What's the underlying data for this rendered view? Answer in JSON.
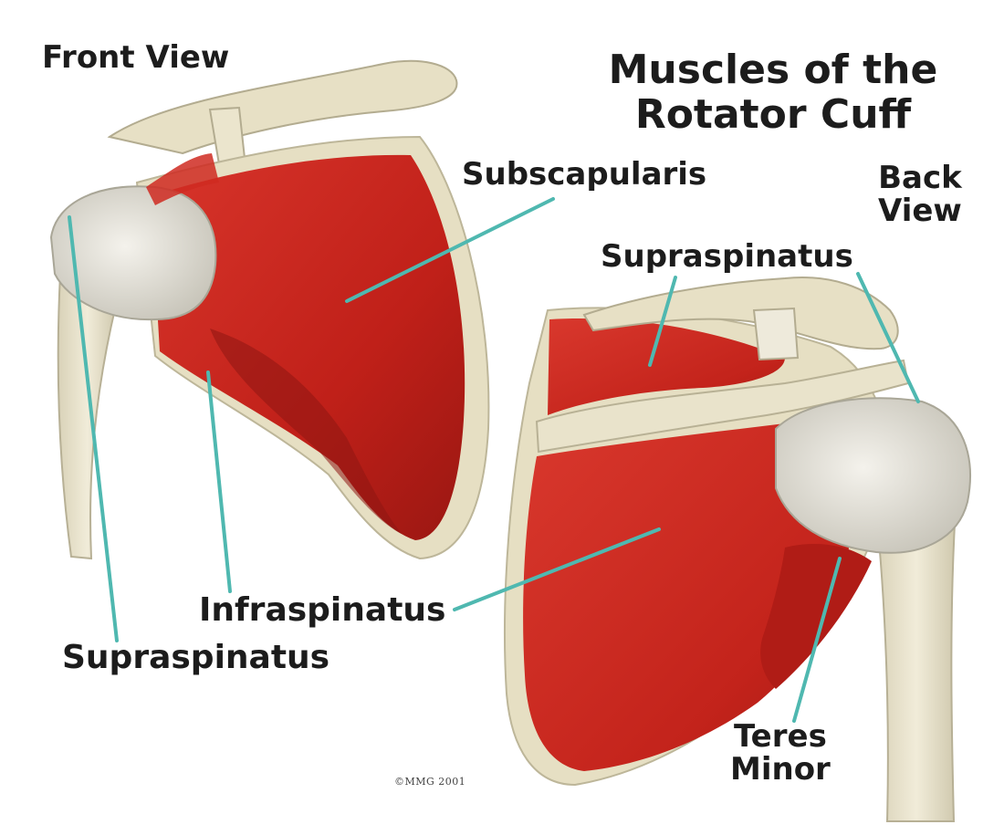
{
  "title": {
    "line1": "Muscles of the",
    "line2": "Rotator Cuff"
  },
  "labels": {
    "front_view": "Front View",
    "back_view_line1": "Back",
    "back_view_line2": "View",
    "subscapularis": "Subscapularis",
    "supraspinatus_back": "Supraspinatus",
    "infraspinatus": "Infraspinatus",
    "supraspinatus_front": "Supraspinatus",
    "teres_minor_line1": "Teres",
    "teres_minor_line2": "Minor"
  },
  "copyright": "©MMG 2001",
  "colors": {
    "muscle": "#c8241e",
    "muscle_dark": "#8e1512",
    "bone": "#ece6cf",
    "bone_shadow": "#c9c2a8",
    "pointer": "#4fb8b0"
  }
}
